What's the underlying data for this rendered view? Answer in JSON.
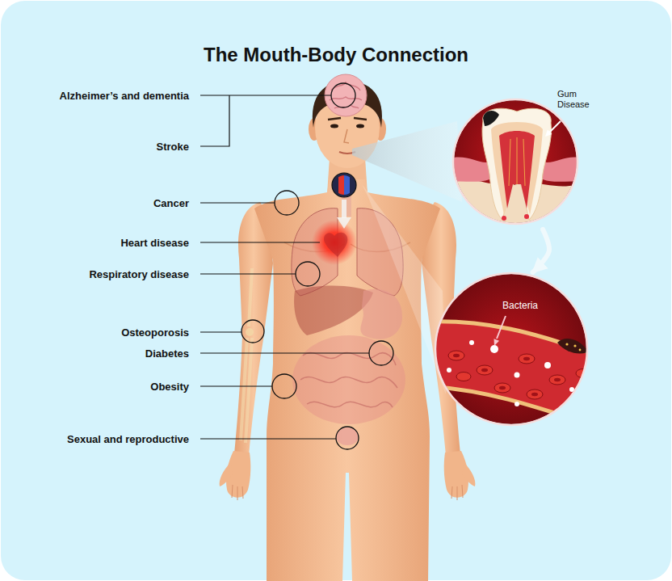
{
  "diagram": {
    "title": "The Mouth-Body Connection",
    "nodes": [
      {
        "text": [
          "Gum Disease"
        ]
      },
      {
        "text": [
          "Bacteria"
        ]
      }
    ],
    "edges": [
      {
        "from": 0,
        "to": 1,
        "arrow": "to"
      }
    ],
    "labels": [
      "Alzheimer’s and dementia",
      "Stroke",
      "Cancer",
      "Heart disease",
      "Respiratory disease",
      "Osteoporosis",
      "Diabetes",
      "Obesity",
      "Sexual and reproductive"
    ]
  }
}
